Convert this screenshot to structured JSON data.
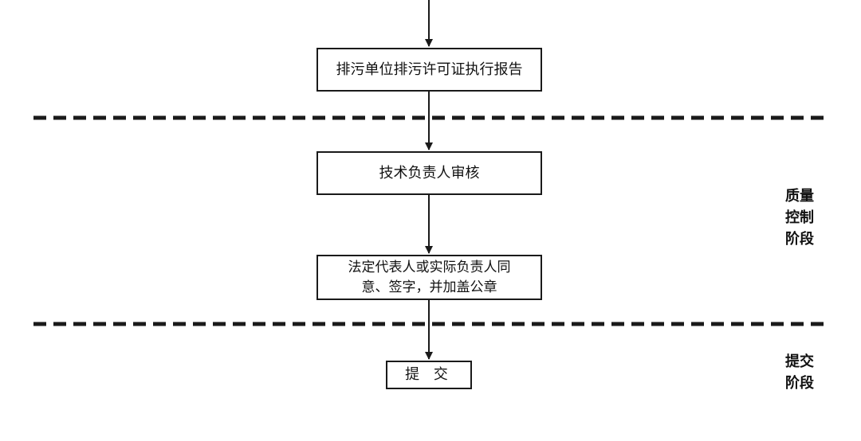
{
  "flow": {
    "steps": [
      {
        "label": "排污单位排污许可证执行报告"
      },
      {
        "label": "技术负责人审核"
      },
      {
        "label": "法定代表人或实际负责人同\n意、签字，并加盖公章"
      },
      {
        "label": "提 交"
      }
    ]
  },
  "stages": [
    {
      "label": "质量\n控制\n阶段"
    },
    {
      "label": "提交\n阶段"
    }
  ],
  "colors": {
    "line": "#1a1a1a",
    "background": "#ffffff"
  }
}
